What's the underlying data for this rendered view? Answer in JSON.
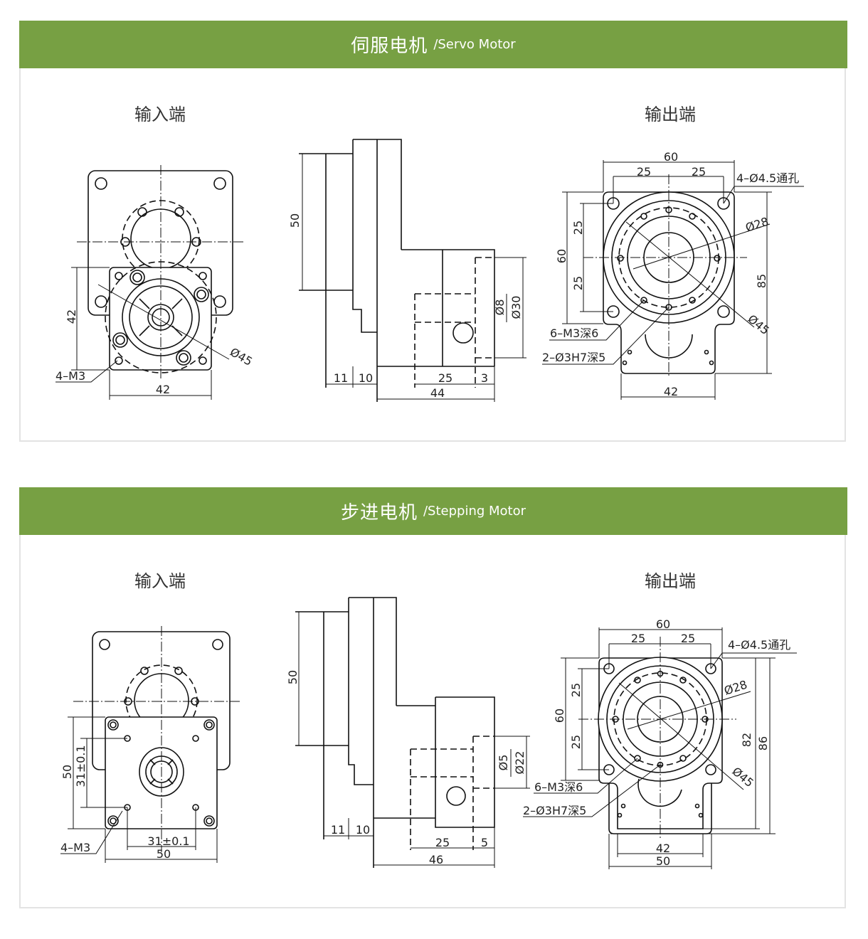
{
  "sections": [
    {
      "title_cn": "伺服电机",
      "title_en": "/Servo Motor",
      "input_label": "输入端",
      "output_label": "输出端",
      "input_view": {
        "dim_side": "42",
        "dim_bottom": "42",
        "hole_note": "4–M3",
        "dia": "Ø45"
      },
      "side_view": {
        "dim_height": "50",
        "dim_a": "11",
        "dim_b": "10",
        "dim_c": "25",
        "dim_d": "3",
        "dim_total": "44",
        "dia_shaft": "Ø8",
        "dia_boss": "Ø30"
      },
      "output_view": {
        "dim_width": "60",
        "dim_half_l": "25",
        "dim_half_r": "25",
        "dim_height": "60",
        "dim_v1": "25",
        "dim_v2": "25",
        "dim_total_h": "85",
        "dim_bottom": "42",
        "hole_note": "4–Ø4.5通孔",
        "dia_inner": "Ø28",
        "dia_outer": "Ø45",
        "thread_note": "6–M3深6",
        "pin_note": "2–Ø3H7深5"
      }
    },
    {
      "title_cn": "步进电机",
      "title_en": "/Stepping Motor",
      "input_label": "输入端",
      "output_label": "输出端",
      "input_view": {
        "dim_side": "50",
        "dim_side_inner": "31±0.1",
        "dim_bottom_inner": "31±0.1",
        "dim_bottom": "50",
        "hole_note": "4–M3"
      },
      "side_view": {
        "dim_height": "50",
        "dim_a": "11",
        "dim_b": "10",
        "dim_c": "25",
        "dim_d": "5",
        "dim_total": "46",
        "dia_shaft": "Ø5",
        "dia_boss": "Ø22"
      },
      "output_view": {
        "dim_width": "60",
        "dim_half_l": "25",
        "dim_half_r": "25",
        "dim_height": "60",
        "dim_v1": "25",
        "dim_v2": "25",
        "dim_h1": "82",
        "dim_h2": "86",
        "dim_bottom1": "42",
        "dim_bottom2": "50",
        "hole_note": "4–Ø4.5通孔",
        "dia_inner": "Ø28",
        "dia_outer": "Ø45",
        "thread_note": "6–M3深6",
        "pin_note": "2–Ø3H7深5"
      }
    }
  ]
}
